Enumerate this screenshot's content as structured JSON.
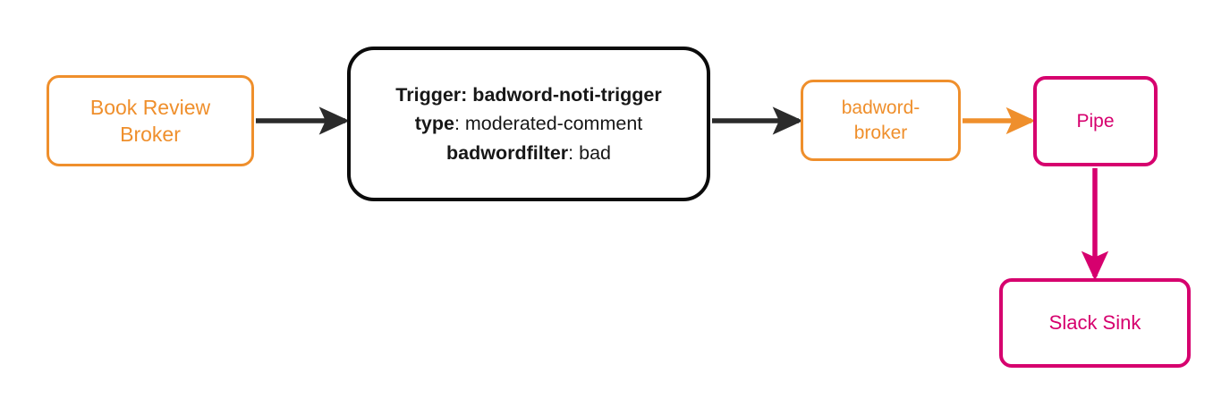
{
  "diagram": {
    "type": "flow-diagram",
    "background_color": "#ffffff",
    "palette": {
      "orange": "#EF8F2C",
      "magenta": "#D6006E",
      "black": "#0B0B0B",
      "arrow_dark": "#2B2B2B"
    },
    "nodes": [
      {
        "id": "book-review-broker",
        "label": "Book Review\nBroker",
        "shape": "rounded-rect",
        "border_color": "#EF8F2C",
        "text_color": "#EF8F2C"
      },
      {
        "id": "trigger",
        "shape": "rounded-rect",
        "border_color": "#0B0B0B",
        "text_color": "#171717",
        "lines": [
          {
            "label": "Trigger: badword-noti-trigger",
            "value": "",
            "label_bold": true,
            "value_bold": true
          },
          {
            "label": "type",
            "value": ": moderated-comment",
            "label_bold": true,
            "value_bold": false
          },
          {
            "label": "badwordfilter",
            "value": ": bad",
            "label_bold": true,
            "value_bold": false
          }
        ]
      },
      {
        "id": "badword-broker",
        "label": "badword-\nbroker",
        "shape": "rounded-rect",
        "border_color": "#EF8F2C",
        "text_color": "#EF8F2C"
      },
      {
        "id": "pipe",
        "label": "Pipe",
        "shape": "rounded-rect",
        "border_color": "#D6006E",
        "text_color": "#D6006E"
      },
      {
        "id": "slack-sink",
        "label": "Slack Sink",
        "shape": "rounded-rect",
        "border_color": "#D6006E",
        "text_color": "#D6006E"
      }
    ],
    "edges": [
      {
        "id": "edge-book-review-broker-to-trigger",
        "from": "book-review-broker",
        "to": "trigger",
        "color": "#2B2B2B",
        "direction": "right",
        "label": ""
      },
      {
        "id": "edge-trigger-to-badword-broker",
        "from": "trigger",
        "to": "badword-broker",
        "color": "#2B2B2B",
        "direction": "right",
        "label": ""
      },
      {
        "id": "edge-badword-broker-to-pipe",
        "from": "badword-broker",
        "to": "pipe",
        "color": "#EF8F2C",
        "direction": "right",
        "label": ""
      },
      {
        "id": "edge-pipe-to-slack-sink",
        "from": "pipe",
        "to": "slack-sink",
        "color": "#D6006E",
        "direction": "down",
        "label": ""
      }
    ]
  }
}
